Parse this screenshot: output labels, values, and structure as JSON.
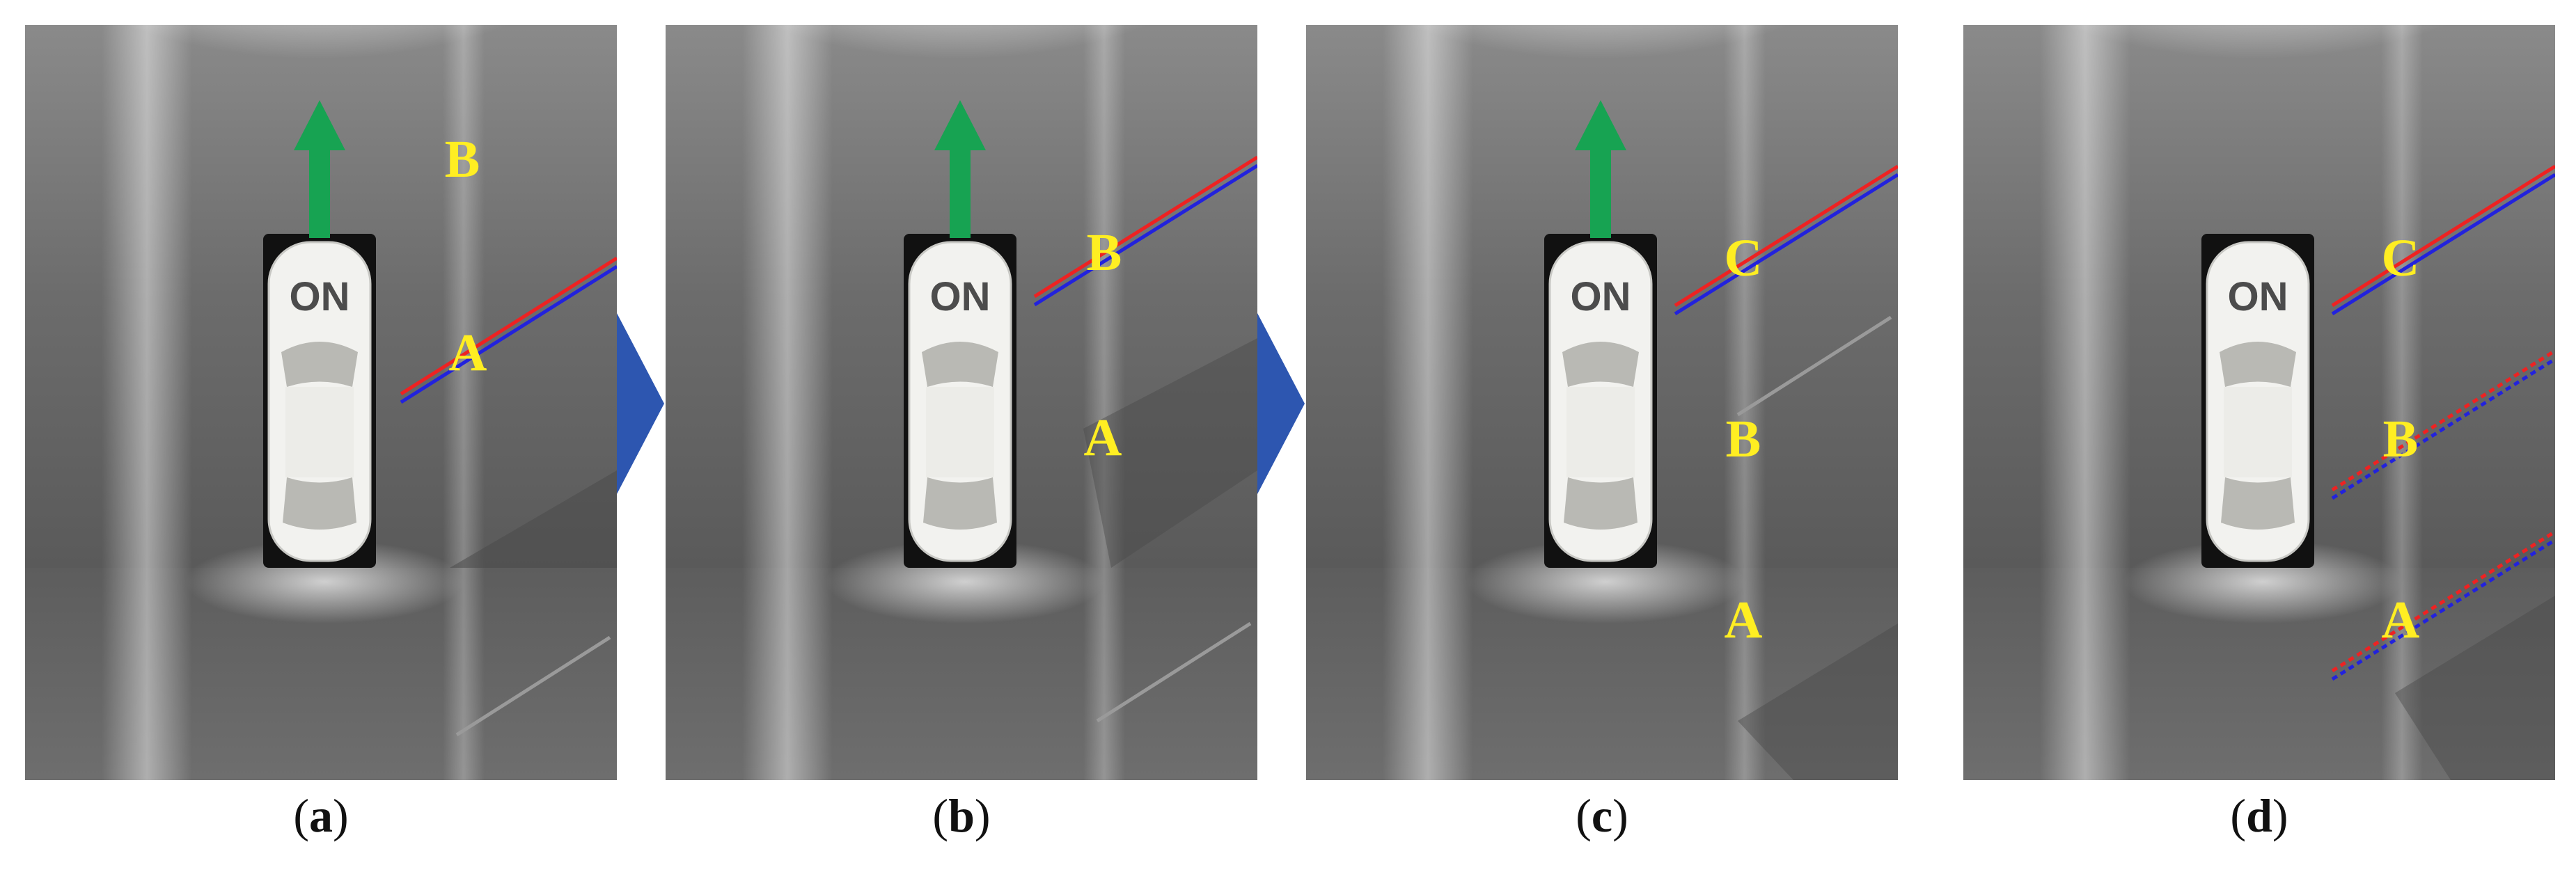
{
  "colors": {
    "label": "#ffee22",
    "line_red": "#ee2222",
    "line_blue": "#2222dd",
    "heading_arrow": "#17a352",
    "step_arrow": "#2d56b0"
  },
  "car": {
    "label": "ON"
  },
  "panels": [
    {
      "id": "a",
      "caption": {
        "open": "(",
        "letter": "a",
        "close": ")"
      },
      "heading_arrow": true,
      "points": [
        "B",
        "A"
      ]
    },
    {
      "id": "b",
      "caption": {
        "open": "(",
        "letter": "b",
        "close": ")"
      },
      "heading_arrow": true,
      "points": [
        "B",
        "A"
      ]
    },
    {
      "id": "c",
      "caption": {
        "open": "(",
        "letter": "c",
        "close": ")"
      },
      "heading_arrow": true,
      "points": [
        "C",
        "B",
        "A"
      ]
    },
    {
      "id": "d",
      "caption": {
        "open": "(",
        "letter": "d",
        "close": ")"
      },
      "heading_arrow": false,
      "points": [
        "C",
        "B",
        "A"
      ]
    }
  ],
  "step_arrows": [
    "step-arrow-icon",
    "step-arrow-icon"
  ]
}
